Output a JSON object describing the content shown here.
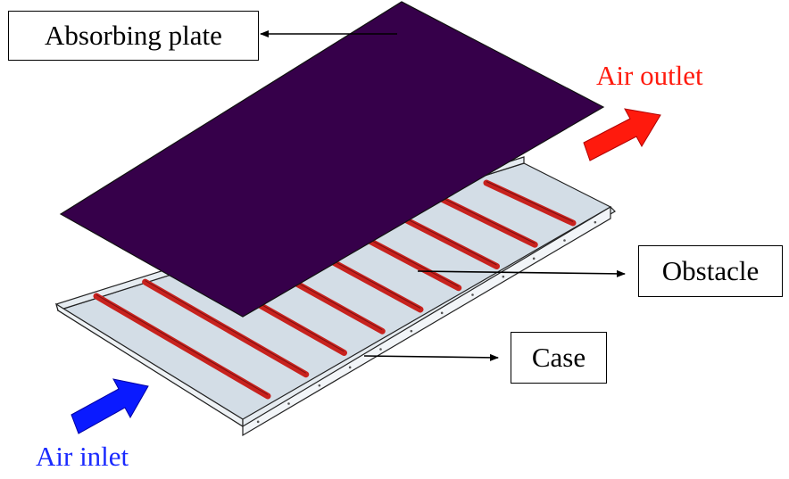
{
  "labels": {
    "absorbing_plate": "Absorbing plate",
    "obstacle": "Obstacle",
    "case": "Case",
    "air_outlet": "Air outlet",
    "air_inlet": "Air inlet"
  },
  "colors": {
    "plate": "#36004a",
    "case_floor": "#d3dde6",
    "obstacle": "#c8221e",
    "outlet_arrow": "#ff1a0d",
    "inlet_arrow": "#0a1aff",
    "outlet_text": "#ff1a0d",
    "inlet_text": "#1a2aff"
  },
  "obstacle_count": 9
}
